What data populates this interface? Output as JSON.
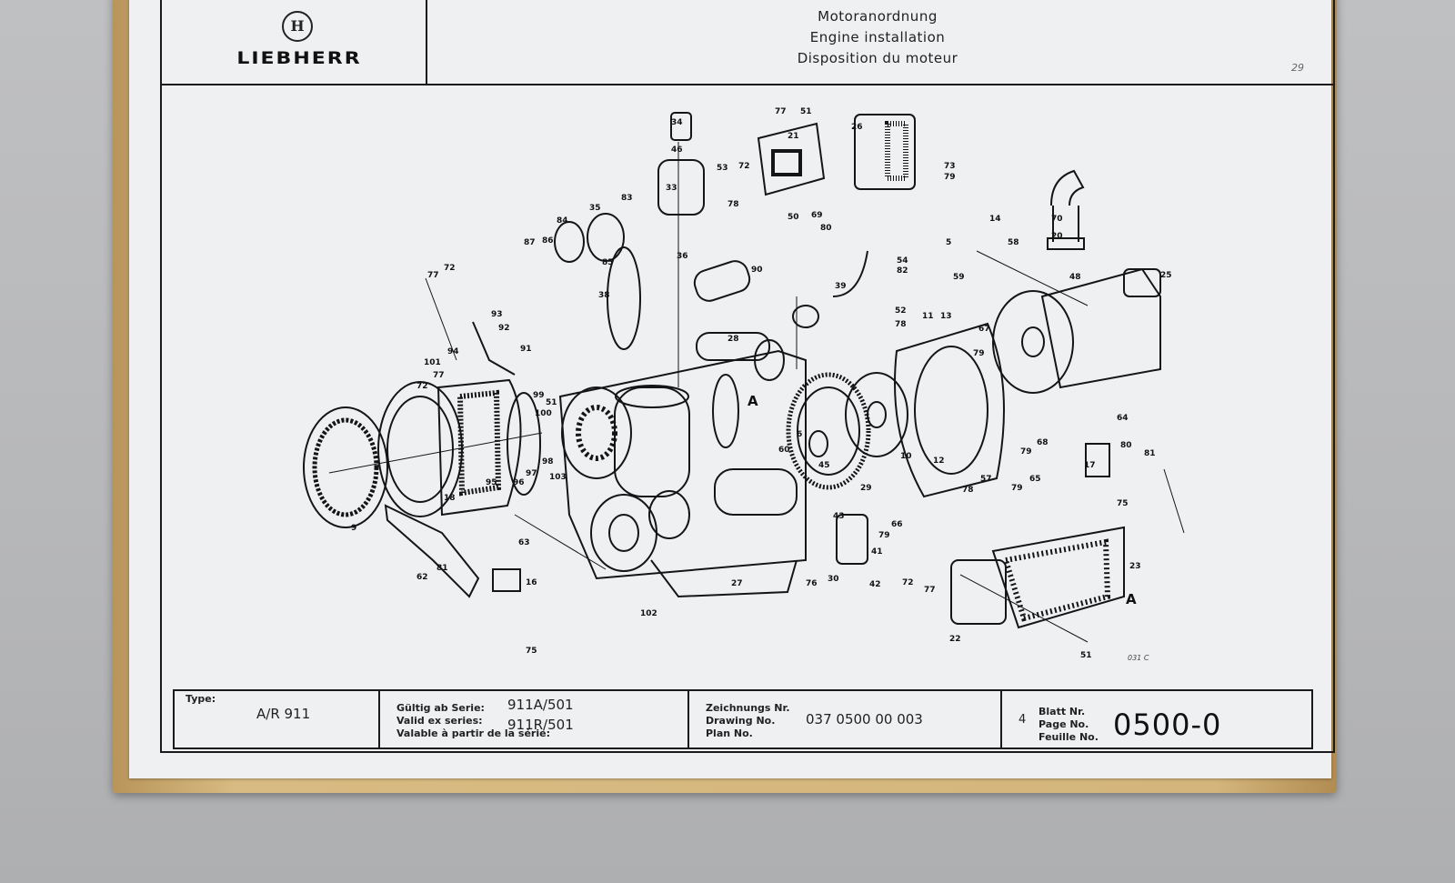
{
  "header": {
    "logo_emblem": "H",
    "logo_text": "LIEBHERR",
    "title_de": "Motoranordnung",
    "title_en": "Engine installation",
    "title_fr": "Disposition du moteur",
    "corner_mark": "29"
  },
  "drawing": {
    "view_marker": "A",
    "view_marker_2": "A",
    "callouts": [
      "34",
      "46",
      "33",
      "53",
      "72",
      "78",
      "77",
      "51",
      "21",
      "26",
      "73",
      "79",
      "35",
      "83",
      "84",
      "86",
      "87",
      "85",
      "36",
      "38",
      "90",
      "50",
      "69",
      "80",
      "54",
      "82",
      "59",
      "5",
      "14",
      "58",
      "70",
      "20",
      "48",
      "25",
      "77",
      "72",
      "93",
      "92",
      "91",
      "94",
      "101",
      "77",
      "72",
      "28",
      "39",
      "52",
      "78",
      "11",
      "13",
      "67",
      "79",
      "51",
      "99",
      "100",
      "97",
      "98",
      "96",
      "95",
      "103",
      "18",
      "9",
      "6",
      "60",
      "45",
      "29",
      "10",
      "12",
      "79",
      "68",
      "64",
      "80",
      "81",
      "17",
      "78",
      "57",
      "79",
      "65",
      "75",
      "63",
      "62",
      "81",
      "16",
      "75",
      "102",
      "27",
      "43",
      "66",
      "79",
      "41",
      "76",
      "30",
      "42",
      "72",
      "77",
      "23",
      "22",
      "51"
    ],
    "drawing_code": "031 C"
  },
  "title_block": {
    "type_label": "Type:",
    "type_value": "A/R 911",
    "series_de": "Gültig ab Serie:",
    "series_en": "Valid ex series:",
    "series_fr": "Valable à partir de la série:",
    "series_value_1": "911A/501",
    "series_value_2": "911R/501",
    "drawing_de": "Zeichnungs Nr.",
    "drawing_en": "Drawing No.",
    "drawing_fr": "Plan No.",
    "drawing_value": "037 0500 00 003",
    "page_index": "4",
    "page_de": "Blatt Nr.",
    "page_en": "Page No.",
    "page_fr": "Feuille No.",
    "page_value": "0500-0"
  }
}
